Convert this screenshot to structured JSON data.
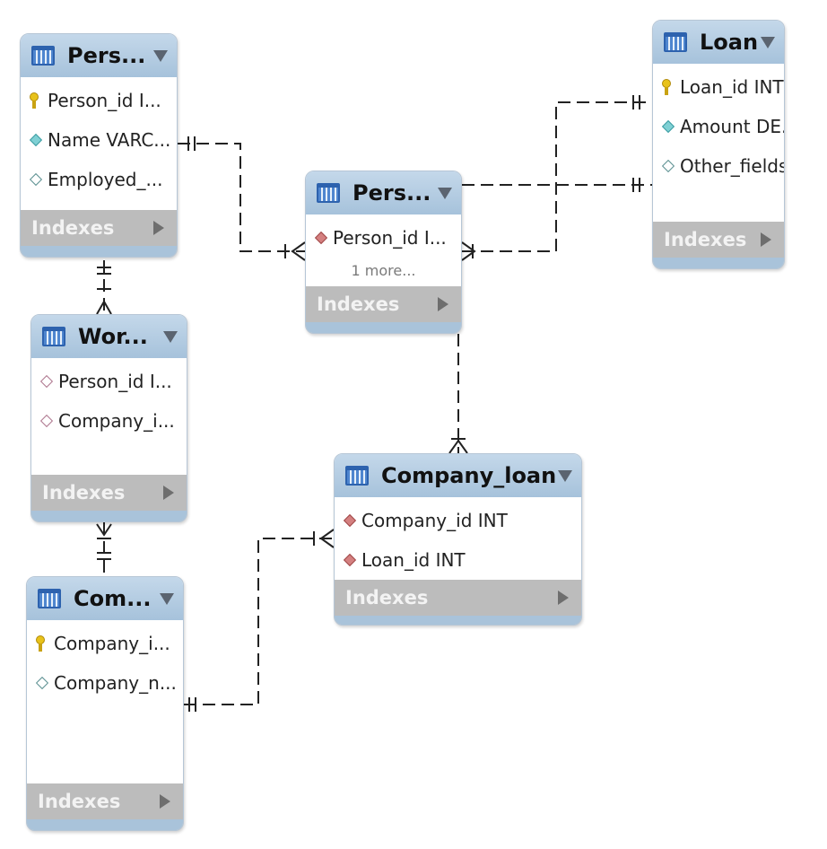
{
  "tables": [
    {
      "id": "t1",
      "title": "Pers...",
      "columns": [
        {
          "icon": "primary-key-icon",
          "text": "Person_id I..."
        },
        {
          "icon": "not-null-column-icon",
          "text": "Name VARC..."
        },
        {
          "icon": "nullable-column-icon",
          "text": "Employed_..."
        }
      ],
      "footer": "Indexes"
    },
    {
      "id": "t2",
      "title": "Pers...",
      "columns": [
        {
          "icon": "foreign-key-icon",
          "text": "Person_id I..."
        }
      ],
      "more": "1 more...",
      "footer": "Indexes"
    },
    {
      "id": "t3",
      "title": "Loan",
      "columns": [
        {
          "icon": "primary-key-icon",
          "text": "Loan_id INT"
        },
        {
          "icon": "not-null-column-icon",
          "text": "Amount DE..."
        },
        {
          "icon": "nullable-column-icon",
          "text": "Other_fields..."
        }
      ],
      "footer": "Indexes"
    },
    {
      "id": "t4",
      "title": "Wor...",
      "columns": [
        {
          "icon": "nullable-fk-icon",
          "text": "Person_id I..."
        },
        {
          "icon": "nullable-fk-icon",
          "text": "Company_i..."
        }
      ],
      "footer": "Indexes"
    },
    {
      "id": "t5",
      "title": "Company_loan",
      "columns": [
        {
          "icon": "foreign-key-icon",
          "text": "Company_id INT"
        },
        {
          "icon": "foreign-key-icon",
          "text": "Loan_id INT"
        }
      ],
      "footer": "Indexes"
    },
    {
      "id": "t6",
      "title": "Com...",
      "columns": [
        {
          "icon": "primary-key-icon",
          "text": "Company_i..."
        },
        {
          "icon": "nullable-column-icon",
          "text": "Company_n..."
        }
      ],
      "footer": "Indexes"
    }
  ]
}
